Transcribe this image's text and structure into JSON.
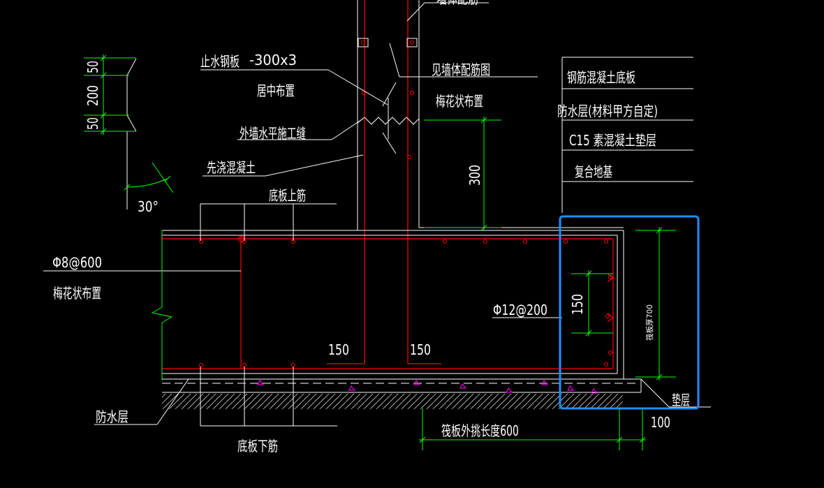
{
  "colors": {
    "background": "#000000",
    "line": "#ffffff",
    "text": "#ffffff",
    "rebar": "#ff0000",
    "dimension": "#00ff00",
    "selection": "#1e8fff",
    "marker": "#ff00ff"
  },
  "labels": {
    "top_cut": "墙体配筋",
    "waterstop": "止水钢板",
    "waterstop_size": "-300x3",
    "waterstop_position": "居中布置",
    "see_wall": "见墙体配筋图",
    "wall_layout": "梅花状布置",
    "joint": "外墙水平施工缝",
    "precast": "先浇混凝土",
    "top_rebar": "底板上筋",
    "angle": "30°",
    "tie_spec": "Φ8@600",
    "tie_layout": "梅花状布置",
    "edge_rebar": "Φ12@200",
    "hook_left": "150",
    "hook_right": "150",
    "waterproof": "防水层",
    "bottom_rebar": "底板下筋",
    "cushion": "垫层",
    "cushion_ext": "100",
    "overhang": "筏板外挑长度600"
  },
  "dimensions": {
    "plate_top": "50",
    "plate_mid": "200",
    "plate_bottom": "50",
    "wall_height": "300",
    "edge_spacing": "150",
    "slab_thickness": "筏板厚700"
  },
  "legend": [
    "钢筋混凝土底板",
    "防水层(材料甲方自定)",
    "C15  素混凝土垫层",
    "复合地基"
  ]
}
